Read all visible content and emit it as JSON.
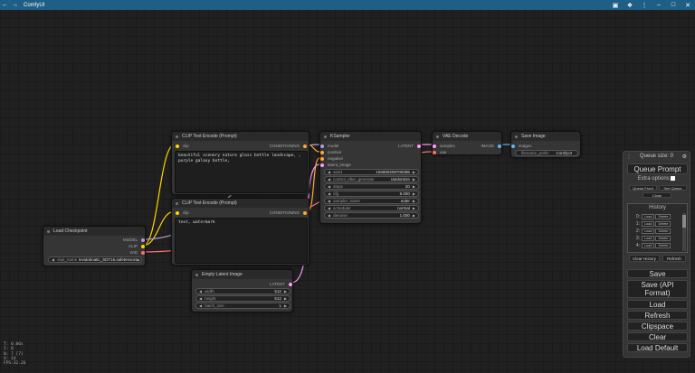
{
  "window": {
    "title": "ComfyUI",
    "icons": {
      "back": "arrow-left-icon",
      "forward": "arrow-right-icon",
      "reload": "reload-icon",
      "save": "floppy-icon",
      "extensions": "puzzle-icon",
      "menu": "kebab-menu-icon",
      "minimize": "minimize-icon",
      "maximize": "maximize-icon",
      "close": "close-icon"
    }
  },
  "colors": {
    "titlebar": "#1f5f86",
    "clip": "#ffd500",
    "conditioning": "#ffa931",
    "model": "#b39ddb",
    "vae": "#ff6e6e",
    "latent": "#ff9cf9",
    "image": "#64b5f6"
  },
  "nodes": {
    "load_checkpoint": {
      "title": "Load Checkpoint",
      "outputs": [
        "MODEL",
        "CLIP",
        "VAE"
      ],
      "ckpt_label": "ckpt_name",
      "ckpt_value": "levidoknatic_SDT15.safetensors"
    },
    "clip_pos": {
      "title": "CLIP Text Encode (Prompt)",
      "input": "clip",
      "output": "CONDITIONING",
      "text": "beautiful scenery nature glass bottle landscape, , purple galaxy bottle,"
    },
    "clip_neg": {
      "title": "CLIP Text Encode (Prompt)",
      "input": "clip",
      "output": "CONDITIONING",
      "text": "text, watermark"
    },
    "ksampler": {
      "title": "KSampler",
      "inputs": [
        "model",
        "positive",
        "negative",
        "latent_image"
      ],
      "output": "LATENT",
      "widgets": [
        {
          "label": "seed",
          "value": "156680208700286"
        },
        {
          "label": "control_after_generate",
          "value": "randomize"
        },
        {
          "label": "steps",
          "value": "20"
        },
        {
          "label": "cfg",
          "value": "8.000"
        },
        {
          "label": "sampler_name",
          "value": "euler"
        },
        {
          "label": "scheduler",
          "value": "normal"
        },
        {
          "label": "denoise",
          "value": "1.000"
        }
      ]
    },
    "vae_decode": {
      "title": "VAE Decode",
      "inputs": [
        "samples",
        "vae"
      ],
      "output": "IMAGE"
    },
    "save_image": {
      "title": "Save Image",
      "input": "images",
      "prefix_label": "filename_prefix",
      "prefix_value": "ComfyUI"
    },
    "empty_latent": {
      "title": "Empty Latent Image",
      "output": "LATENT",
      "widgets": [
        {
          "label": "width",
          "value": "512"
        },
        {
          "label": "height",
          "value": "512"
        },
        {
          "label": "batch_size",
          "value": "1"
        }
      ]
    }
  },
  "panel": {
    "queue_size": "Queue size: 0",
    "queue_prompt": "Queue Prompt",
    "extra_options": "Extra options",
    "queue_front": "Queue Front",
    "see_queue": "See Queue",
    "close": "Close",
    "history_title": "History",
    "history_rows": [
      {
        "num": "0:",
        "load": "Load",
        "del": "Delete"
      },
      {
        "num": "1:",
        "load": "Load",
        "del": "Delete"
      },
      {
        "num": "2:",
        "load": "Load",
        "del": "Delete"
      },
      {
        "num": "3:",
        "load": "Load",
        "del": "Delete"
      },
      {
        "num": "4:",
        "load": "Load",
        "del": "Delete"
      }
    ],
    "clear_history": "Clear History",
    "refresh_small": "Refresh",
    "save": "Save",
    "save_api": "Save (API Format)",
    "load": "Load",
    "refresh": "Refresh",
    "clipspace": "Clipspace",
    "clear": "Clear",
    "load_default": "Load Default"
  },
  "stats": [
    "T: 0.00s",
    "I: 0",
    "N: 7 [7]",
    "V: 14",
    "FPS:32.26"
  ]
}
